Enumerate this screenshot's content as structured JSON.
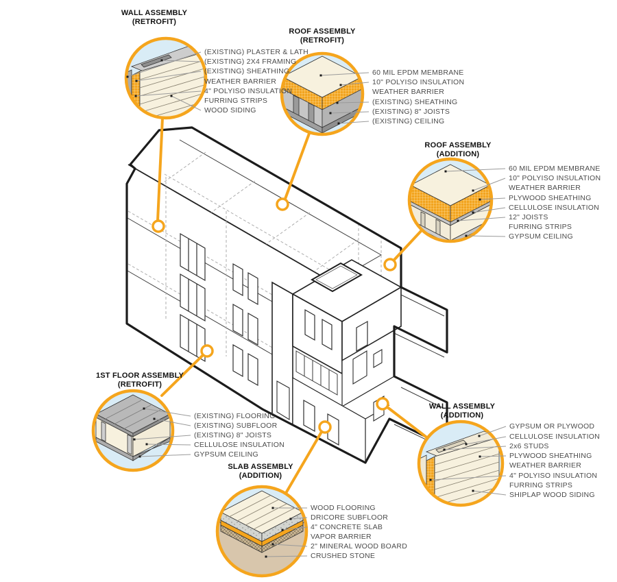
{
  "figure_type": "building-retrofit-axonometric-assembly-diagram",
  "colors": {
    "accent_orange": "#F5A51D",
    "bubble_fill": "#D9ECF6",
    "insulation_hatch_orange": "#F2A41F",
    "cream": "#F7F1DE",
    "gray": "#BDBDBD",
    "soil_tan": "#D8C6AC",
    "line_black": "#1C1C1C",
    "label_text": "#4B4B4B"
  },
  "callouts": [
    {
      "id": "wall-retrofit",
      "title": "WALL ASSEMBLY",
      "subtitle": "(RETROFIT)",
      "labels": [
        "(EXISTING) PLASTER & LATH",
        "(EXISTING) 2X4 FRAMING",
        "(EXISTING) SHEATHING",
        "WEATHER BARRIER",
        "4\" POLYISO INSULATION",
        "FURRING STRIPS",
        "WOOD SIDING"
      ]
    },
    {
      "id": "roof-retrofit",
      "title": "ROOF ASSEMBLY",
      "subtitle": "(RETROFIT)",
      "labels": [
        "60 MIL EPDM MEMBRANE",
        "10\" POLYISO INSULATION",
        "WEATHER BARRIER",
        "(EXISTING) SHEATHING",
        "(EXISTING) 8\" JOISTS",
        "(EXISTING) CEILING"
      ]
    },
    {
      "id": "roof-addition",
      "title": "ROOF ASSEMBLY",
      "subtitle": "(ADDITION)",
      "labels": [
        "60 MIL EPDM MEMBRANE",
        "10\" POLYISO INSULATION",
        "WEATHER BARRIER",
        "PLYWOOD SHEATHING",
        "CELLULOSE INSULATION",
        "12\" JOISTS",
        "FURRING STRIPS",
        "GYPSUM CEILING"
      ]
    },
    {
      "id": "floor-retrofit",
      "title": "1ST FLOOR ASSEMBLY",
      "subtitle": "(RETROFIT)",
      "labels": [
        "(EXISTING) FLOORING",
        "(EXISTING) SUBFLOOR",
        "(EXISTING) 8\" JOISTS",
        "CELLULOSE INSULATION",
        "GYPSUM CEILING"
      ]
    },
    {
      "id": "slab-addition",
      "title": "SLAB ASSEMBLY",
      "subtitle": "(ADDITION)",
      "labels": [
        "WOOD FLOORING",
        "DRICORE SUBFLOOR",
        "4\" CONCRETE SLAB",
        "VAPOR BARRIER",
        "2\" MINERAL WOOD BOARD",
        "CRUSHED STONE"
      ]
    },
    {
      "id": "wall-addition",
      "title": "WALL ASSEMBLY",
      "subtitle": "(ADDITION)",
      "labels": [
        "GYPSUM OR PLYWOOD",
        "CELLULOSE INSULATION",
        "2x6 STUDS",
        "PLYWOOD SHEATHING",
        "WEATHER BARRIER",
        "4\" POLYISO INSULATION",
        "FURRING STRIPS",
        "SHIPLAP WOOD SIDING"
      ]
    }
  ]
}
